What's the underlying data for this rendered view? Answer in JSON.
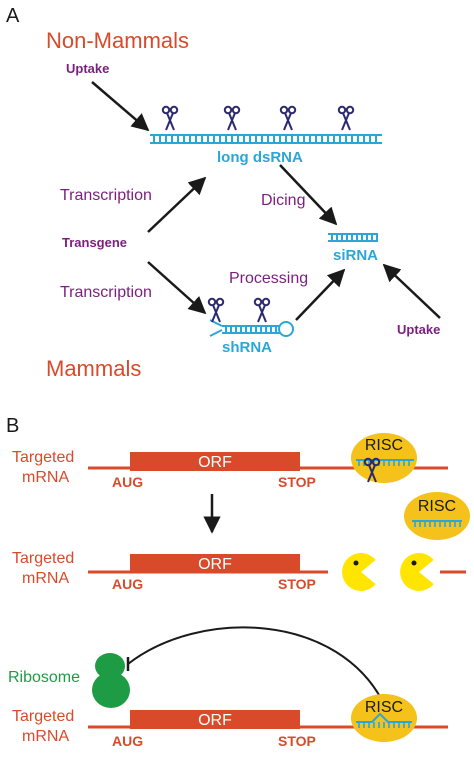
{
  "colors": {
    "black": "#1a1a1a",
    "red": "#d94a2a",
    "purple": "#7b1f7e",
    "blue": "#2aa7d6",
    "navy": "#2c2a6e",
    "yellow": "#f4c21a",
    "pacman": "#ffe500",
    "green": "#1e9b45"
  },
  "panelA": {
    "label": "A",
    "nonMammals": "Non-Mammals",
    "mammals": "Mammals",
    "uptakeTop": "Uptake",
    "uptakeRight": "Uptake",
    "longDsRNA": "long dsRNA",
    "transcriptionTop": "Transcription",
    "transcriptionBottom": "Transcription",
    "transgene": "Transgene",
    "dicing": "Dicing",
    "siRNA": "siRNA",
    "processing": "Processing",
    "shRNA": "shRNA"
  },
  "panelB": {
    "label": "B",
    "targeted": "Targeted",
    "mrna": "mRNA",
    "orf": "ORF",
    "aug": "AUG",
    "stop": "STOP",
    "risc": "RISC",
    "ribosome": "Ribosome"
  },
  "icons": [
    "scissors-icon",
    "pacman-icon",
    "ribosome-icon",
    "risc-complex-icon"
  ]
}
